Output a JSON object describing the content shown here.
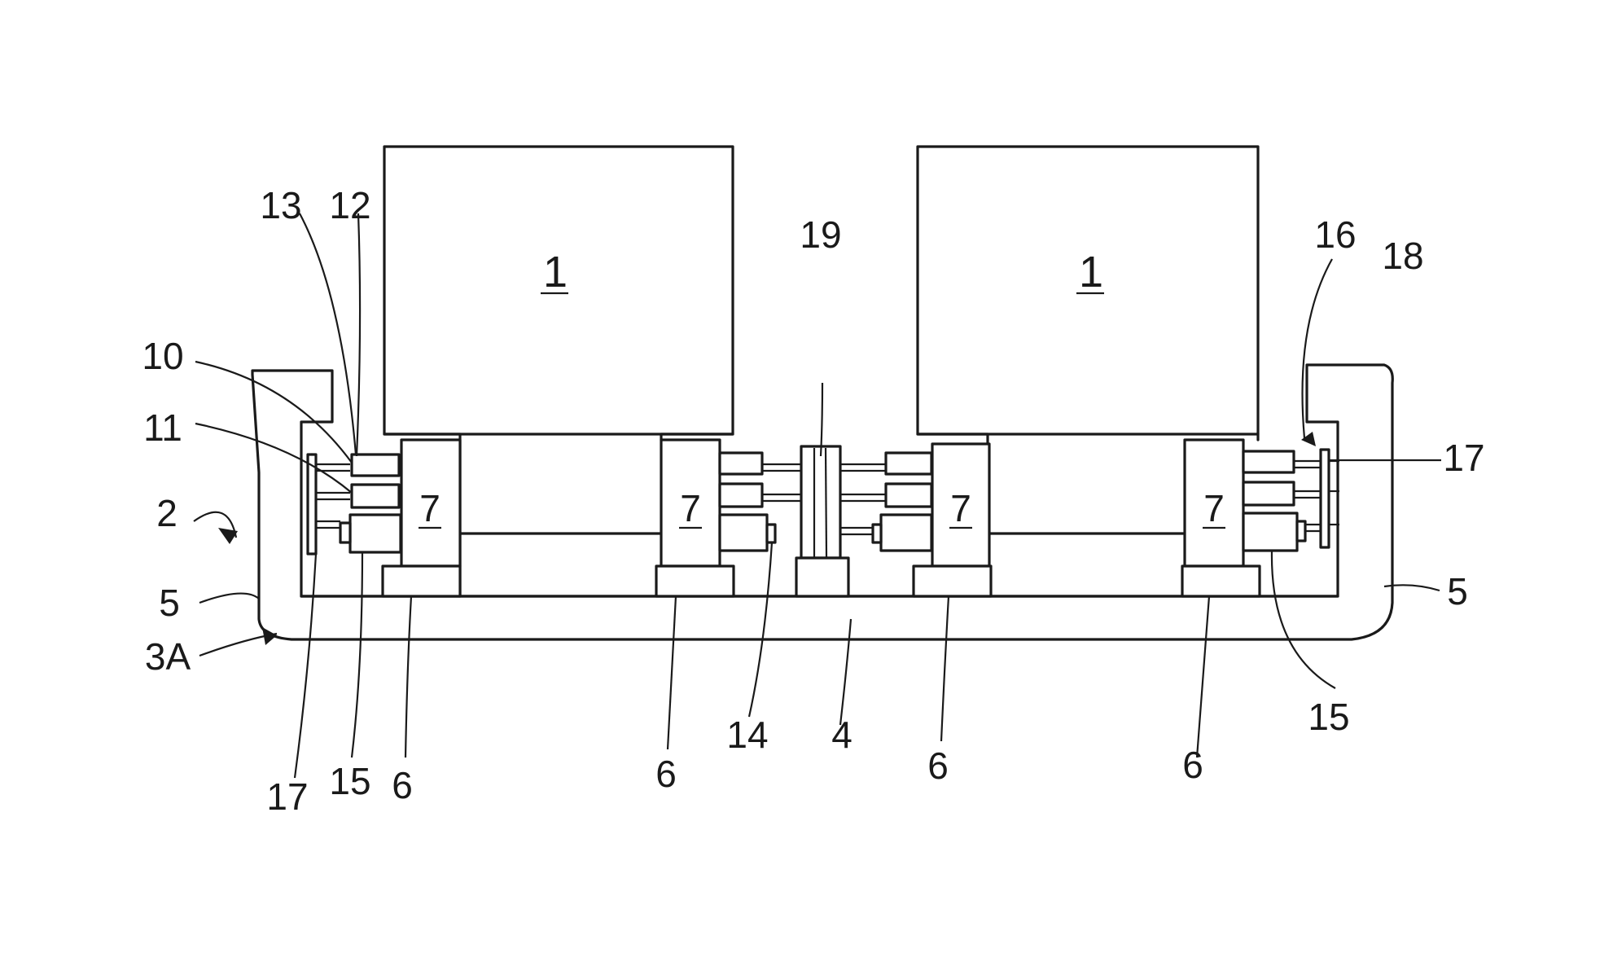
{
  "diagram": {
    "large_blocks": [
      "1",
      "1"
    ],
    "blocks_seven": [
      "7",
      "7",
      "7",
      "7"
    ],
    "labels": {
      "n2": "2",
      "n3A": "3A",
      "n4": "4",
      "n5_left": "5",
      "n5_right": "5",
      "n6_a": "6",
      "n6_b": "6",
      "n6_c": "6",
      "n6_d": "6",
      "n10": "10",
      "n11": "11",
      "n12": "12",
      "n13": "13",
      "n14": "14",
      "n15_left": "15",
      "n15_right": "15",
      "n16": "16",
      "n17_left": "17",
      "n17_right": "17",
      "n18": "18",
      "n19": "19"
    }
  }
}
